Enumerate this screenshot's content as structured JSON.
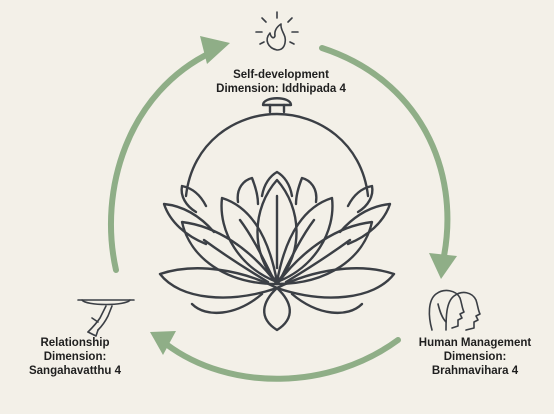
{
  "diagram": {
    "nodes": [
      {
        "id": "self-development",
        "lines": [
          "Self-development",
          "Dimension: Iddhipada 4"
        ],
        "icon": "flame-sun-icon"
      },
      {
        "id": "human-management",
        "lines": [
          "Human Management",
          "Dimension:",
          "Brahmavihara 4"
        ],
        "icon": "two-heads-icon"
      },
      {
        "id": "relationship",
        "lines": [
          "Relationship",
          "Dimension:",
          "Sangahavatthu 4"
        ],
        "icon": "serving-tray-hand-icon"
      }
    ],
    "center_icon": "lotus-cloche-icon",
    "cycle_direction": "clockwise"
  },
  "colors": {
    "background": "#f3f0e8",
    "arrow": "#8fae87",
    "line_art": "#3b3f45",
    "text": "#1f1f1f"
  }
}
